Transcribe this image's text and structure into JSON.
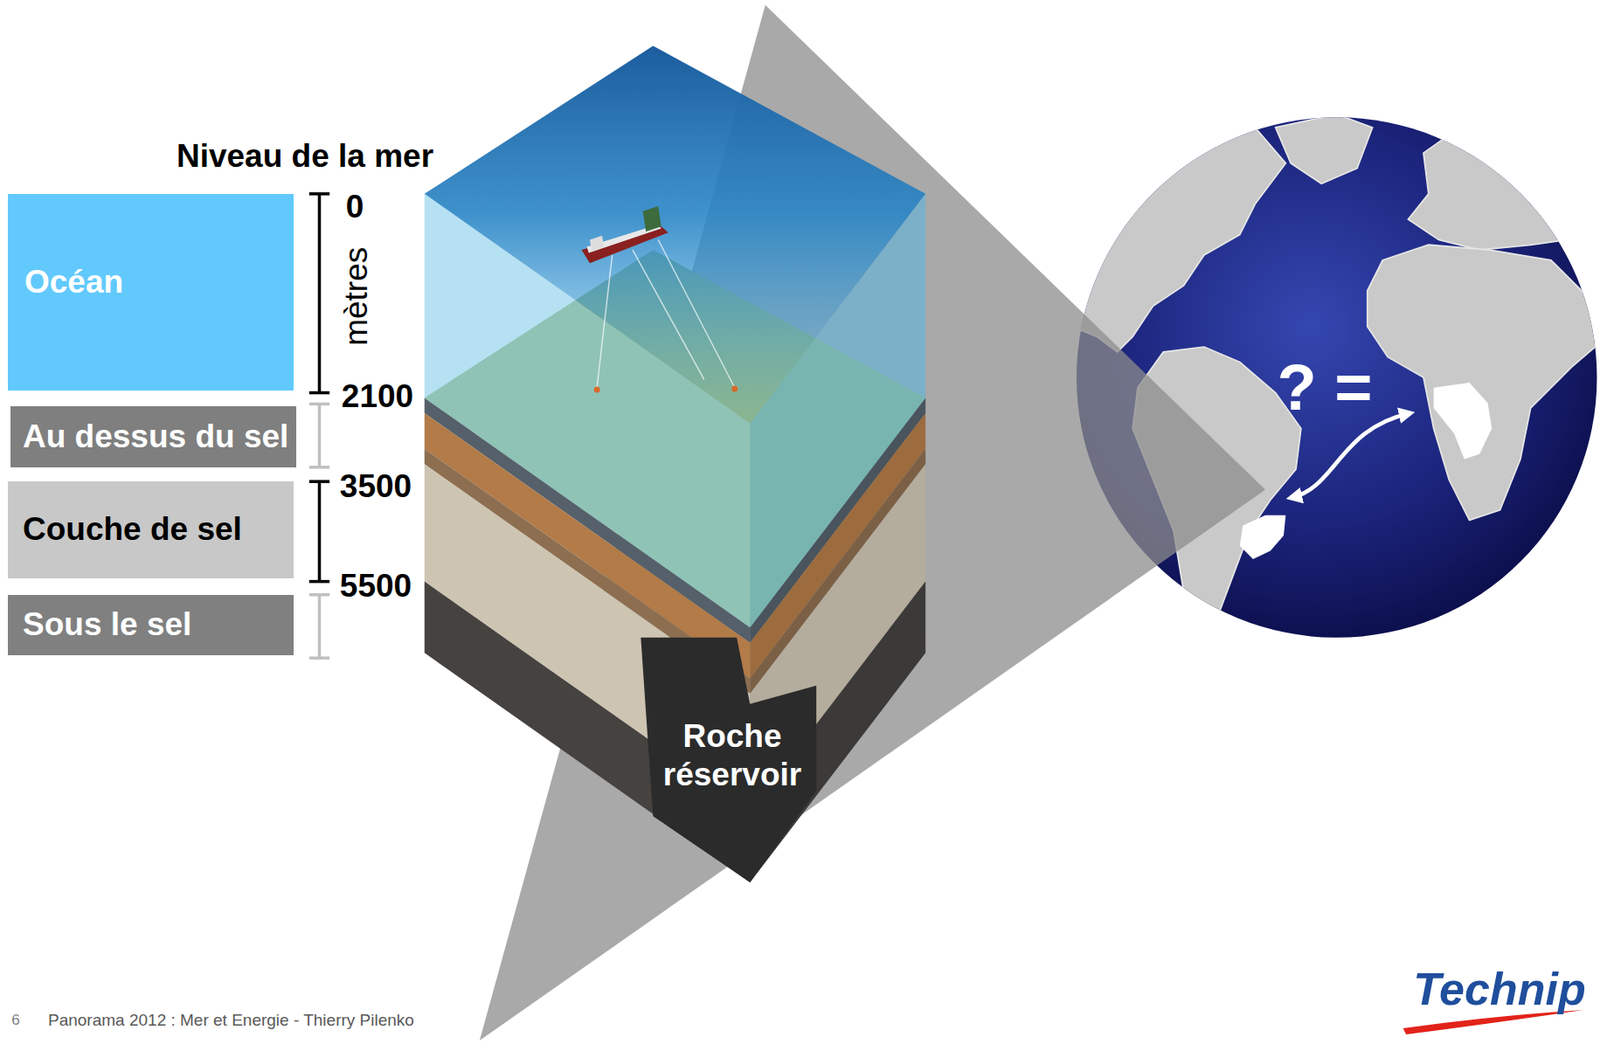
{
  "diagram": {
    "nodes": [
      {
        "text": [
          "Océan"
        ]
      },
      {
        "text": [
          "Au dessus du sel"
        ]
      },
      {
        "text": [
          "Couche de sel"
        ]
      },
      {
        "text": [
          "Sous le sel"
        ]
      }
    ],
    "labels": [
      "Niveau de la mer",
      "0",
      "mètres",
      "2100",
      "3500",
      "5500",
      "Roche réservoir",
      "? =",
      "6",
      "Panorama 2012 : Mer et Energie - Thierry Pilenko",
      "Technip"
    ]
  }
}
